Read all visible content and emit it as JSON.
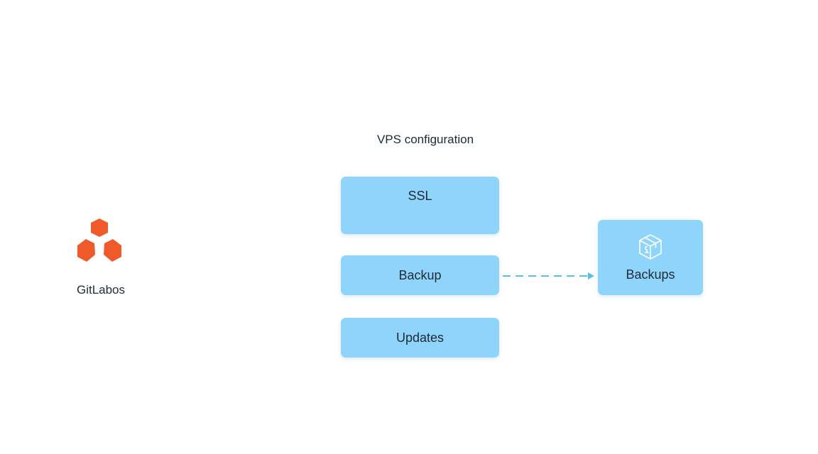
{
  "brand": {
    "name": "GitLabos",
    "logo_icon": "hexagon-cluster-logo-icon",
    "logo_color": "#f0592a"
  },
  "diagram": {
    "title": "VPS configuration",
    "nodes": {
      "ssl": "SSL",
      "backup": "Backup",
      "updates": "Updates",
      "backups": "Backups"
    },
    "backups_icon": "package-cube-icon",
    "box_color": "#8fd5fb",
    "connector_color": "#5cbde6",
    "edges": [
      {
        "from": "Backup",
        "to": "Backups",
        "style": "dashed"
      }
    ]
  }
}
